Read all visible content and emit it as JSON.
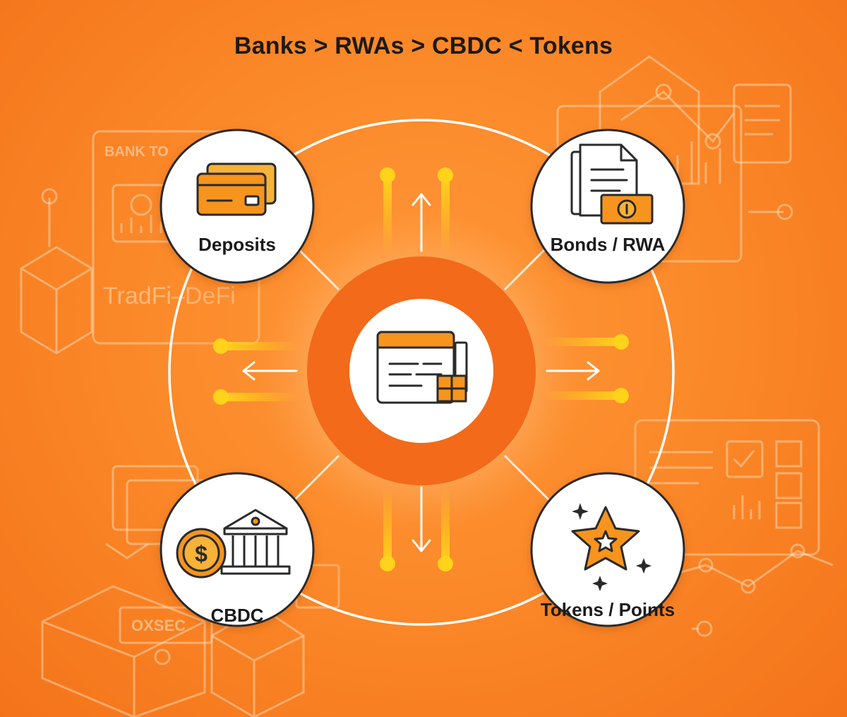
{
  "title": "Banks > RWAs > CBDC < Tokens",
  "nodes": {
    "deposits": {
      "label": "Deposits",
      "icon": "credit-cards-icon"
    },
    "bonds": {
      "label": "Bonds / RWA",
      "icon": "document-coin-icon"
    },
    "cbdc": {
      "label": "CBDC",
      "icon": "bank-coin-icon"
    },
    "tokens": {
      "label": "Tokens / Points",
      "icon": "star-sparkle-icon"
    },
    "center": {
      "icon": "ledger-window-icon"
    }
  },
  "background": {
    "bank_text": "BANK TO",
    "tradfi_text": "TradFi–DeFi",
    "oxsec_text": "OXSEC"
  },
  "colors": {
    "accent": "#f59a1d",
    "center_ring": "#f26a1a",
    "glow": "#ffd21c",
    "outline": "#2a2a2a",
    "white": "#ffffff"
  }
}
